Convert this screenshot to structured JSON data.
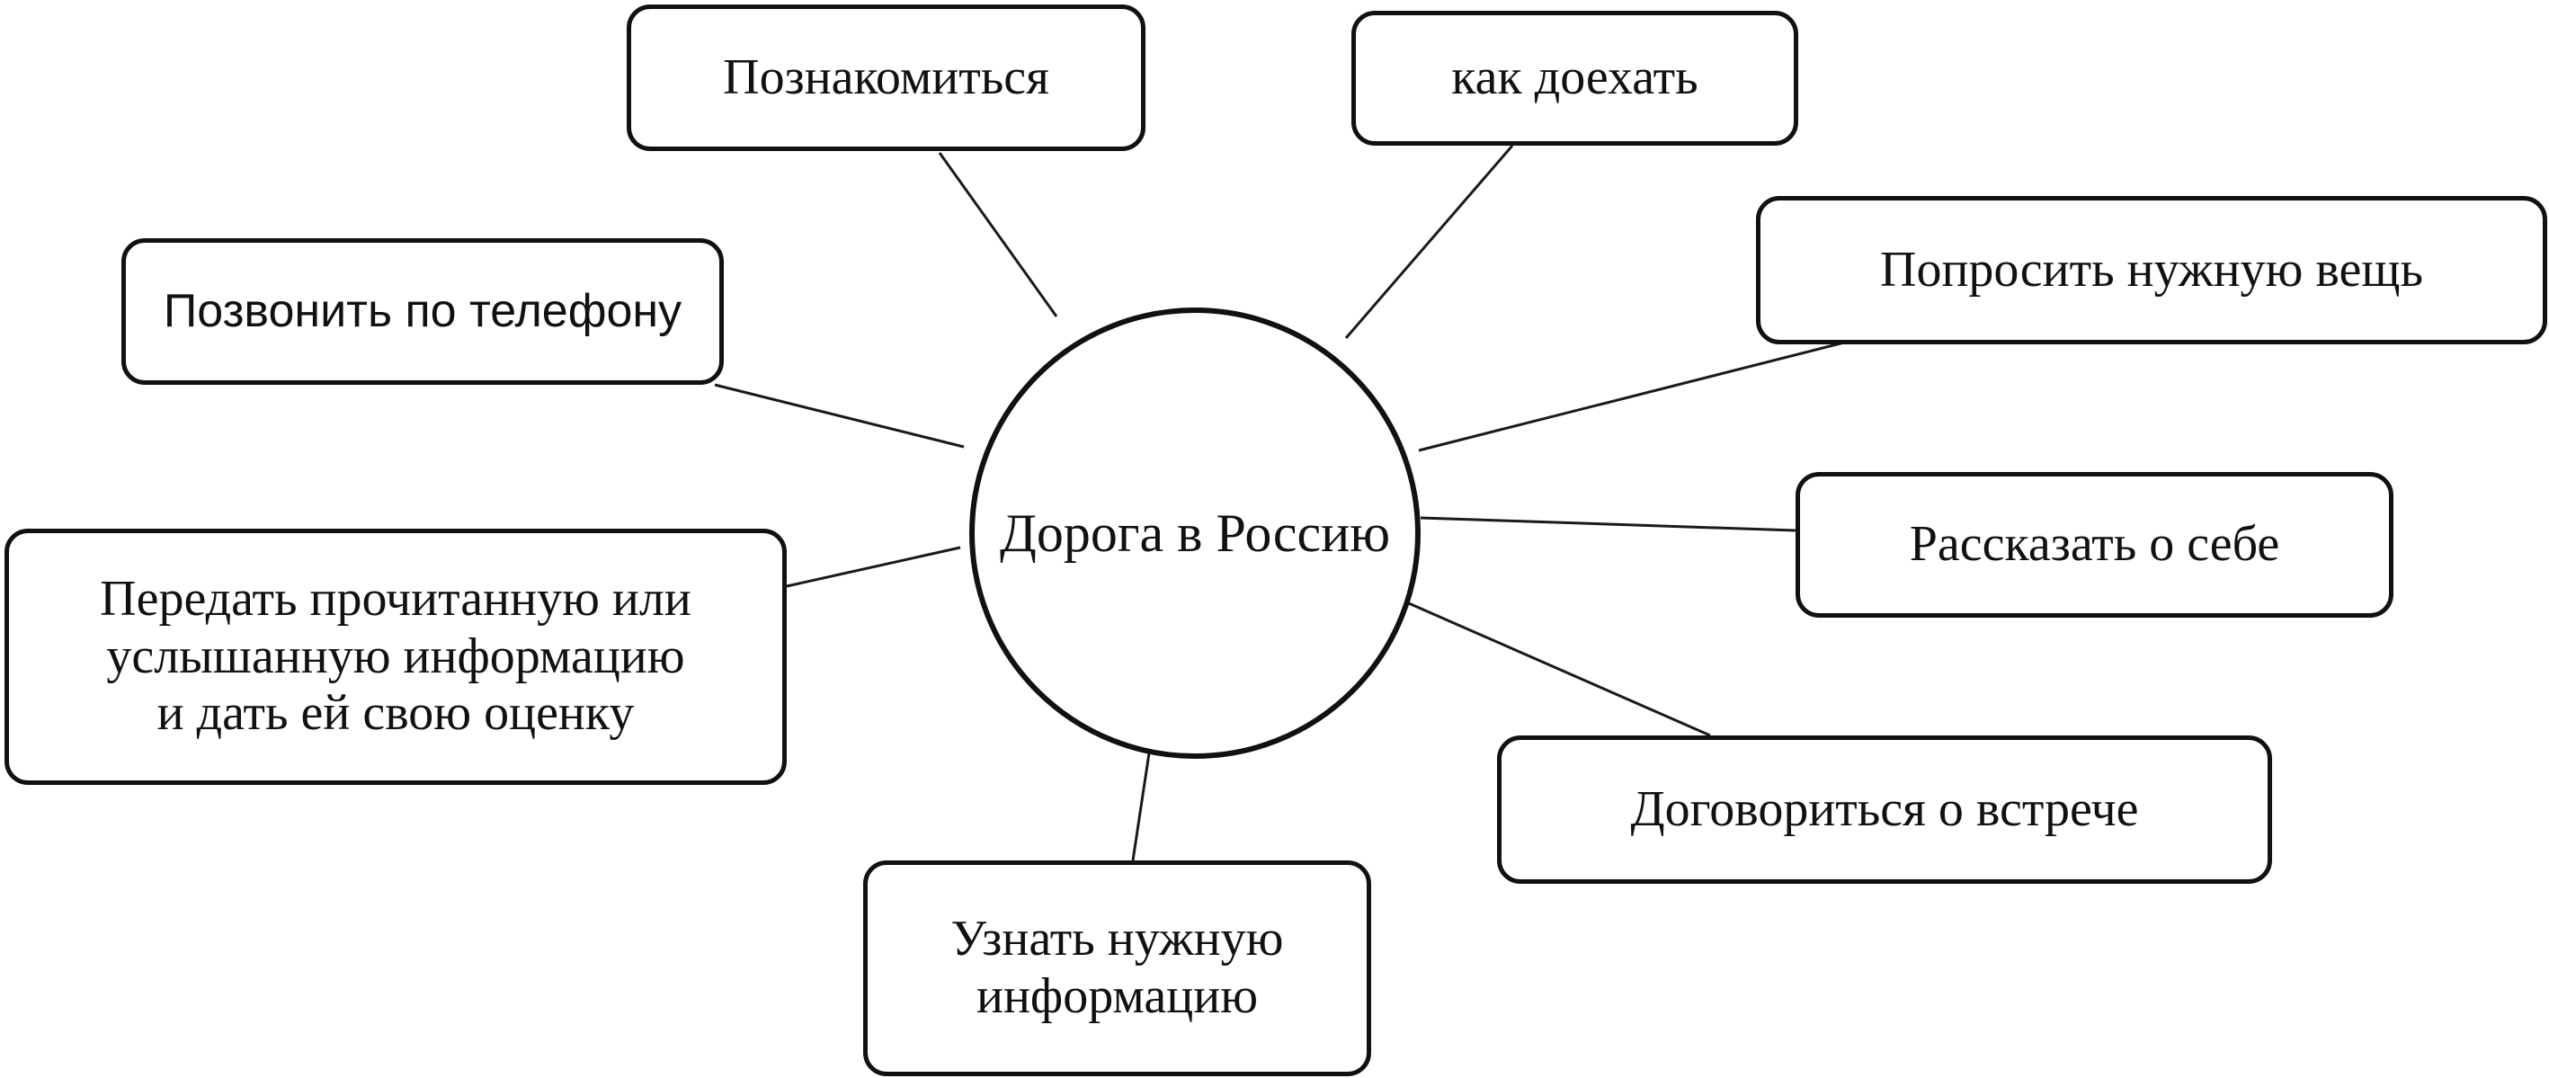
{
  "diagram": {
    "center": {
      "label": "Дорога в Россию"
    },
    "nodes": [
      {
        "id": "poznakomitsya",
        "label": "Познакомиться"
      },
      {
        "id": "kak-doehat",
        "label": "как доехать"
      },
      {
        "id": "poprosit",
        "label": "Попросить нужную вещь"
      },
      {
        "id": "rasskazat",
        "label": "Рассказать о себе"
      },
      {
        "id": "dogovoritsya",
        "label": "Договориться о встрече"
      },
      {
        "id": "uznat",
        "label": "Узнать нужную\nинформацию"
      },
      {
        "id": "peredat",
        "label": "Передать прочитанную или\nуслышанную информацию\nи дать ей свою оценку"
      },
      {
        "id": "pozvonit",
        "label": "Позвонить по телефону"
      }
    ]
  }
}
